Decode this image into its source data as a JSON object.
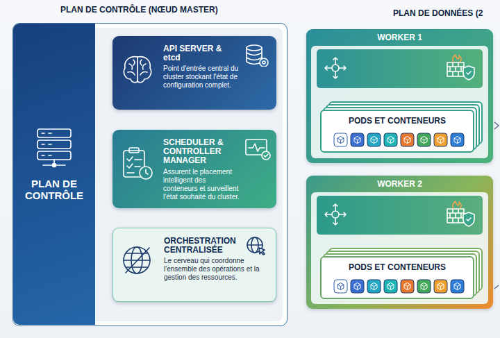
{
  "diagram": {
    "nodes": [
      {
        "text": [
          "PLAN DE CONTRÔLE (NŒUD MASTER)"
        ]
      },
      {
        "text": [
          "PLAN DE CONTRÔLE"
        ],
        "in": 0
      },
      {
        "text": [
          "API SERVER & etcd",
          "Point d'entrée central du cluster stockant l'état de configuration complet."
        ],
        "in": 0
      },
      {
        "text": [
          "SCHEDULER & CONTROLLER MANAGER",
          "Assurent le placement intelligent des conteneurs et surveillent l'état souhaité du cluster."
        ],
        "in": 0
      },
      {
        "text": [
          "ORCHESTRATION CENTRALISÉE",
          "Le cerveau qui coordonne l'ensemble des opérations et la gestion des ressources."
        ],
        "in": 0
      },
      {
        "text": [
          "WORKER 1"
        ]
      },
      {
        "text": [
          "PODS ET CONTENEURS"
        ],
        "in": 5
      },
      {
        "text": [
          "WORKER 2"
        ]
      },
      {
        "text": [
          "PODS ET CONTENEURS"
        ],
        "in": 7
      }
    ],
    "labels": [
      "PLAN DE DONNÉES (2"
    ]
  }
}
